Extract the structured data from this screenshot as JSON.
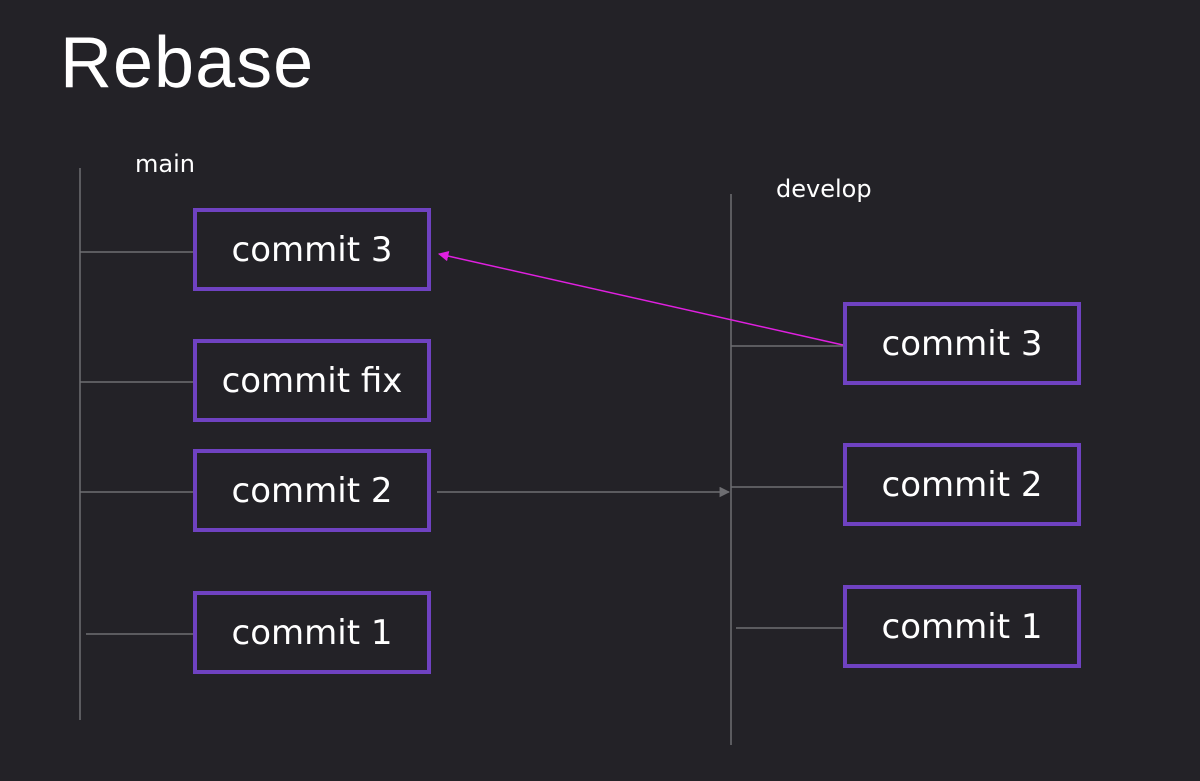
{
  "title": "Rebase",
  "colors": {
    "background": "#232227",
    "commit_border": "#6f42c1",
    "branch_line": "#6e6e72",
    "rebase_arrow": "#e020e0",
    "merge_arrow": "#6e6e72"
  },
  "branches": {
    "main": {
      "label": "main",
      "commits": [
        "commit 3",
        "commit fix",
        "commit 2",
        "commit 1"
      ]
    },
    "develop": {
      "label": "develop",
      "commits": [
        "commit 3",
        "commit 2",
        "commit 1"
      ]
    }
  }
}
